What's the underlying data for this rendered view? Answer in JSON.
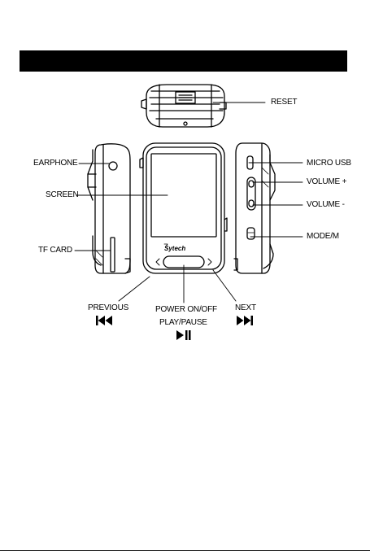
{
  "colors": {
    "ink": "#000000",
    "paper": "#ffffff",
    "title_bar": "#000000"
  },
  "labels": {
    "reset": "RESET",
    "earphone": "EARPHONE",
    "screen": "SCREEN",
    "tf_card": "TF CARD",
    "micro_usb": "MICRO USB",
    "volume_up": "VOLUME +",
    "volume_down": "VOLUME -",
    "mode": "MODE/M",
    "previous": "PREVIOUS",
    "power": "POWER ON/OFF",
    "play_pause": "PLAY/PAUSE",
    "next": "NEXT"
  },
  "device": {
    "brand": "Sytech"
  },
  "icons": {
    "previous": "skip-back-icon",
    "play_pause": "play-pause-icon",
    "next": "skip-forward-icon"
  }
}
